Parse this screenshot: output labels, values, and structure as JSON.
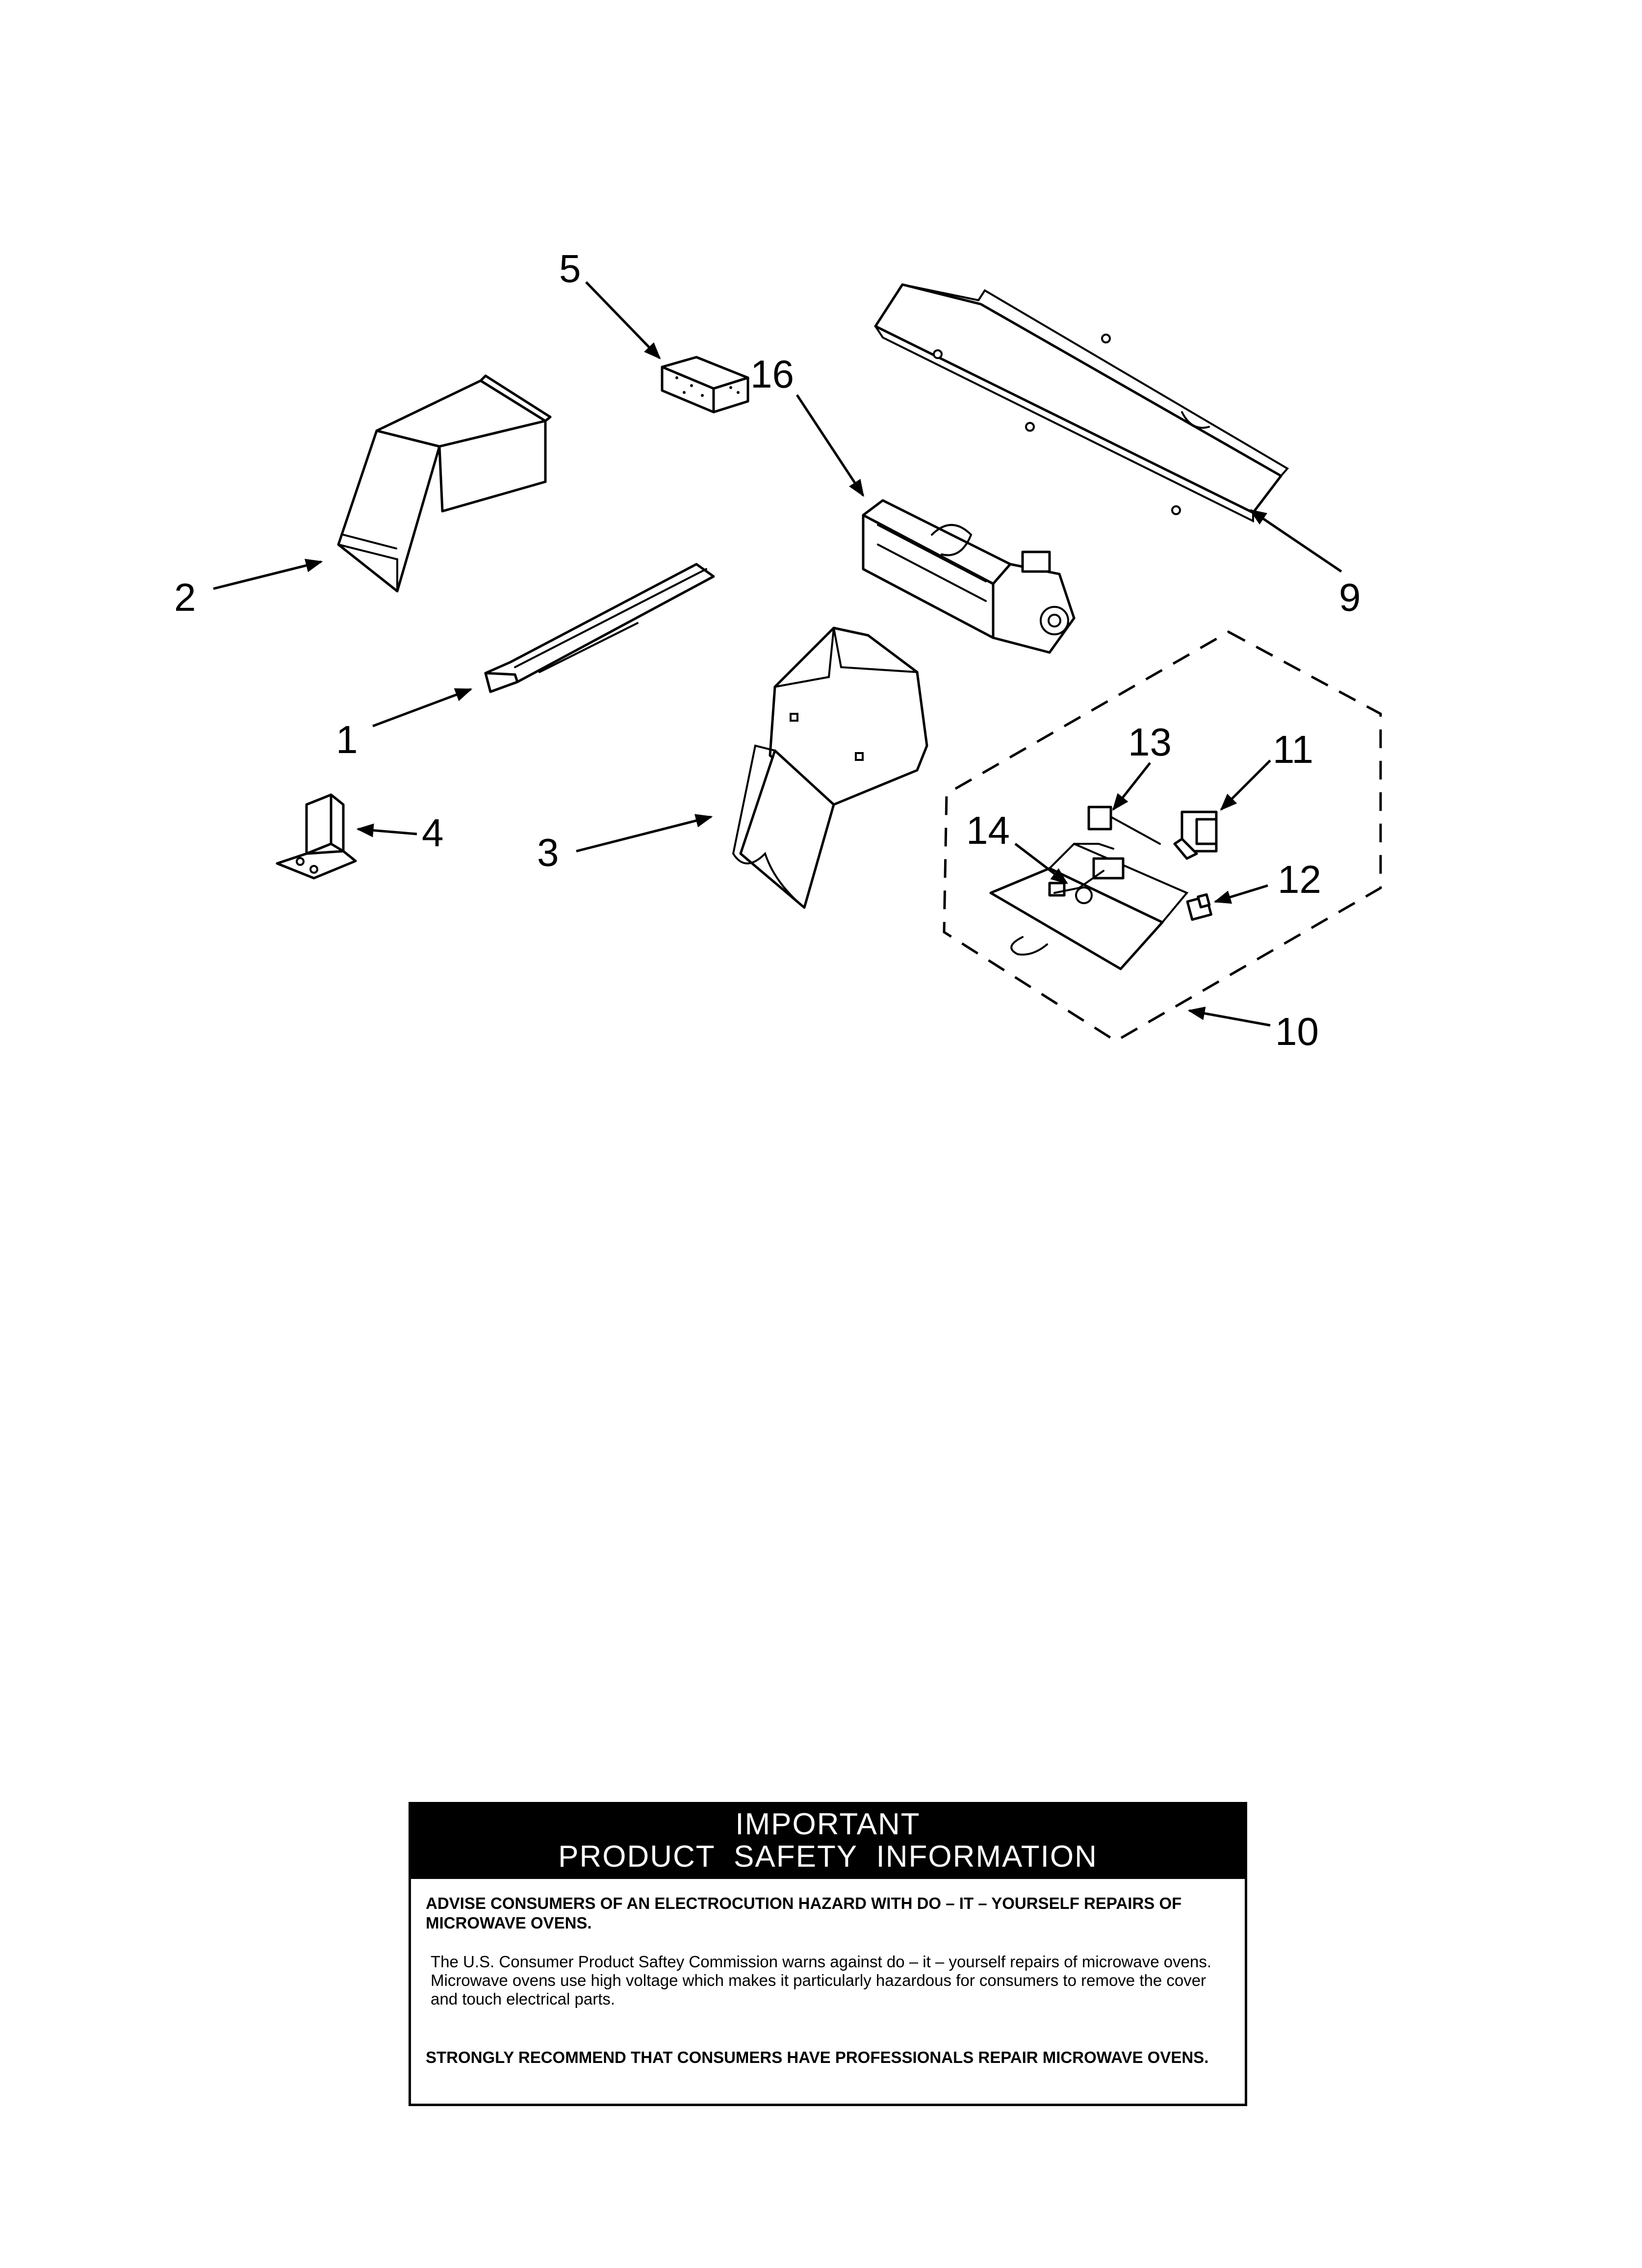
{
  "callouts": {
    "c1": "1",
    "c2": "2",
    "c3": "3",
    "c4": "4",
    "c5": "5",
    "c9": "9",
    "c10": "10",
    "c11": "11",
    "c12": "12",
    "c13": "13",
    "c14": "14",
    "c16": "16"
  },
  "safety": {
    "header_line1": "IMPORTANT",
    "header_line2": "PRODUCT  SAFETY  INFORMATION",
    "warning": "ADVISE CONSUMERS OF AN ELECTROCUTION HAZARD WITH DO – IT – YOURSELF REPAIRS OF MICROWAVE OVENS.",
    "body": "The U.S. Consumer Product Saftey Commission warns against do – it – yourself repairs of microwave ovens. Microwave ovens use high voltage which makes it particularly hazardous for consumers to remove the cover and touch electrical parts.",
    "recommend": "STRONGLY RECOMMEND THAT CONSUMERS HAVE PROFESSIONALS  REPAIR MICROWAVE  OVENS."
  }
}
